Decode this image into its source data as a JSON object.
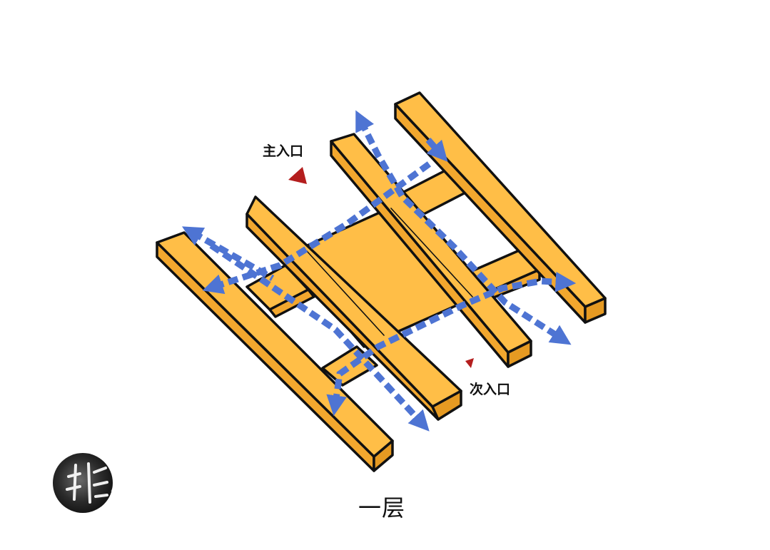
{
  "diagram": {
    "floor_title": "一层",
    "main_entrance_label": "主入口",
    "secondary_entrance_label": "次入口",
    "colors": {
      "building_top": "#FFBE47",
      "building_side": "#F2A72E",
      "building_outline": "#111111",
      "circulation_arrows": "#4E74D3",
      "entrance_marker": "#B41E1E",
      "background": "#FFFFFF"
    },
    "logo": {
      "icon": "ink-brush-logo",
      "text": "非"
    }
  }
}
